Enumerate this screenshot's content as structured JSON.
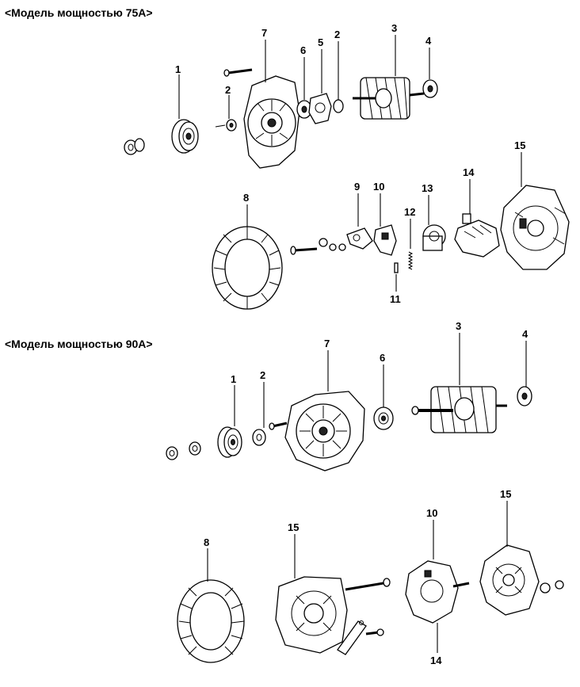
{
  "sections": [
    {
      "title": "<Модель мощностью 75A>",
      "labels": [
        "1",
        "2",
        "7",
        "6",
        "5",
        "2",
        "3",
        "4",
        "8",
        "9",
        "10",
        "13",
        "12",
        "11",
        "14",
        "15"
      ]
    },
    {
      "title": "<Модель мощностью 90A>",
      "labels": [
        "1",
        "2",
        "7",
        "6",
        "3",
        "4",
        "8",
        "15",
        "10",
        "14",
        "15"
      ]
    }
  ]
}
